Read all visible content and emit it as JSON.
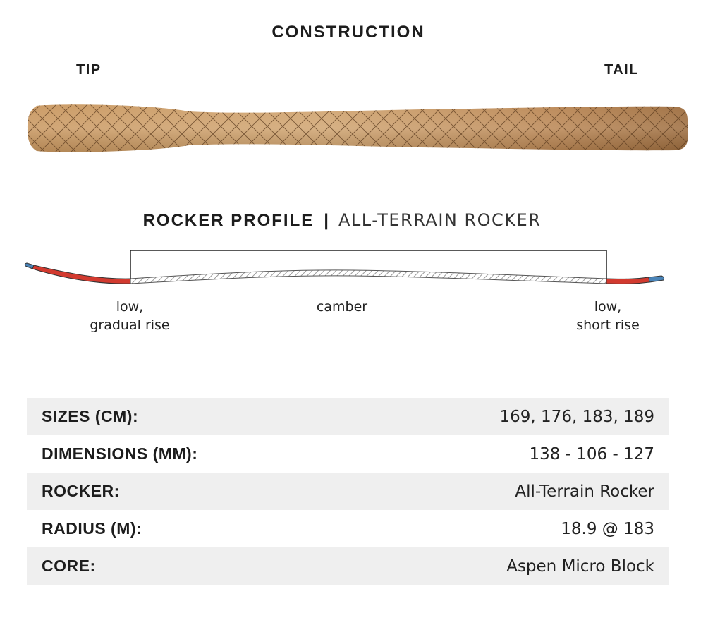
{
  "construction": {
    "title": "CONSTRUCTION",
    "tip_label": "TIP",
    "tail_label": "TAIL"
  },
  "rocker_profile": {
    "title": "ROCKER PROFILE",
    "separator": "|",
    "profile_name": "ALL-TERRAIN ROCKER",
    "labels": {
      "tip_line1": "low,",
      "tip_line2": "gradual rise",
      "middle": "camber",
      "tail_line1": "low,",
      "tail_line2": "short rise"
    }
  },
  "specs": [
    {
      "key": "SIZES (CM):",
      "value": "169, 176, 183, 189"
    },
    {
      "key": "DIMENSIONS (MM):",
      "value": "138 - 106 - 127"
    },
    {
      "key": "ROCKER:",
      "value": "All-Terrain Rocker"
    },
    {
      "key": "RADIUS (M):",
      "value": "18.9 @ 183"
    },
    {
      "key": "CORE:",
      "value": "Aspen Micro Block"
    }
  ],
  "colors": {
    "wood_light": "#c7965f",
    "wood_dark": "#9c6b3c",
    "rocker_red": "#d23a2f",
    "tip_blue": "#4a84b8",
    "row_shade": "#efefef"
  }
}
